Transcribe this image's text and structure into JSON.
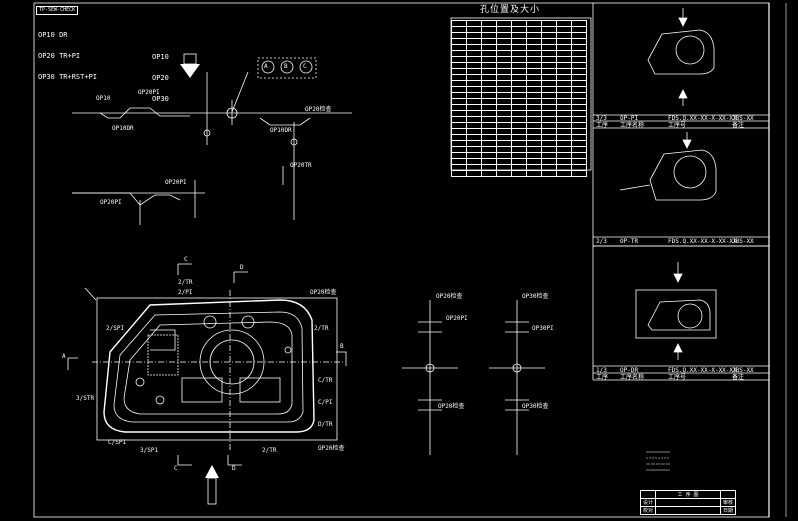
{
  "drawing": {
    "header_tag": "TP-SEW-CHECK",
    "op_lines": [
      "OP10 DR",
      "OP20 TR+PI",
      "OP30 TR+RST+PI"
    ],
    "op_stack": [
      "OP10",
      "OP20",
      "OP30"
    ],
    "hole_table_title": "孔位置及大小",
    "hole_table_rows": 26,
    "hole_table_cols": 9
  },
  "labels": {
    "op10": "OP10",
    "op10_dr": "OP10DR",
    "op20_pi": "OP20PI",
    "op20_tr": "OP20TR",
    "op20_check": "OP20检查",
    "op30_check": "OP30检查",
    "op30_pi": "OP30PI",
    "tr_2": "2/TR",
    "pi_2": "2/PI",
    "spi_2": "2/SPI",
    "str_3": "3/STR",
    "sp1_3": "3/SP1",
    "tr_c": "C/TR",
    "spi_c": "C/SPI",
    "pi_c": "C/PI",
    "tr_d": "D/TR",
    "sec_a": "A",
    "sec_b": "B",
    "sec_c": "C",
    "sec_d": "D"
  },
  "circles": [
    "A",
    "B",
    "C"
  ],
  "side_panels": [
    {
      "op": "3/3",
      "name": "OP-PI",
      "code": "FDS.Q.XX-XX-X-XX-XX",
      "size": "JBS-XX"
    },
    {
      "op": "2/3",
      "name": "OP-TR",
      "code": "FDS.Q.XX-XX-X-XX-XX",
      "size": "JBS-XX"
    },
    {
      "op": "1/3",
      "name": "OP-DR",
      "code": "FDS.Q.XX-XX-X-XX-XX",
      "size": "JBS-XX"
    }
  ],
  "panel_row2": [
    "工序",
    "工序名称",
    "工序号",
    "备注"
  ],
  "title_block": {
    "rows": [
      [
        "",
        "工 序 图",
        ""
      ],
      [
        "设计",
        "",
        "审核"
      ],
      [
        "校对",
        "",
        "日期"
      ]
    ]
  }
}
